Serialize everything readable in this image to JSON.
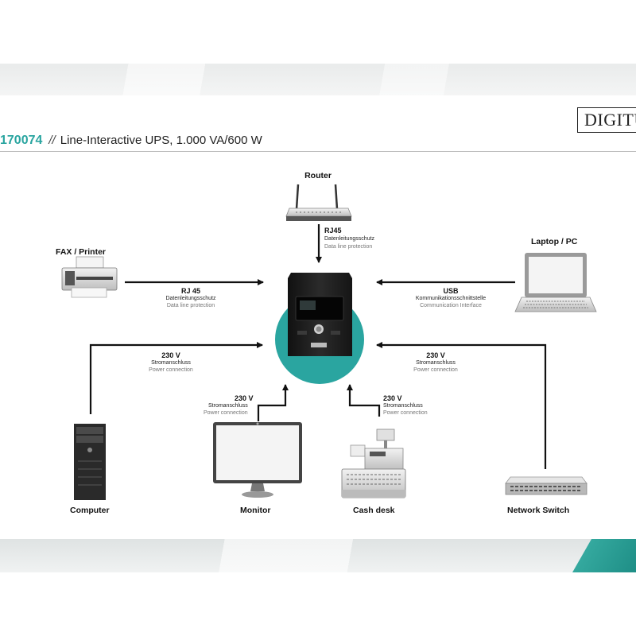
{
  "brand": {
    "logo_text": "DIGITUS"
  },
  "header": {
    "product_code": "170074",
    "separator": "//",
    "product_title": "Line-Interactive UPS, 1.000 VA/600 W"
  },
  "devices": {
    "router": "Router",
    "fax_printer": "FAX / Printer",
    "laptop_pc": "Laptop / PC",
    "computer": "Computer",
    "monitor": "Monitor",
    "cash_desk": "Cash desk",
    "network_switch": "Network Switch"
  },
  "connections": {
    "router": {
      "title": "RJ45",
      "de": "Datenleitungsschutz",
      "en": "Data line protection"
    },
    "fax": {
      "title": "RJ 45",
      "de": "Datenleitungsschutz",
      "en": "Data line protection"
    },
    "laptop": {
      "title": "USB",
      "de": "Kommunikationsschnittstelle",
      "en": "Communication Interface"
    },
    "computer": {
      "title": "230 V",
      "de": "Stromanschluss",
      "en": "Power connection"
    },
    "monitor": {
      "title": "230 V",
      "de": "Stromanschluss",
      "en": "Power connection"
    },
    "cash_desk": {
      "title": "230 V",
      "de": "Stromanschluss",
      "en": "Power connection"
    },
    "switch": {
      "title": "230 V",
      "de": "Stromanschluss",
      "en": "Power connection"
    }
  },
  "colors": {
    "accent_teal": "#2aa5a0",
    "ups_body": "#1c1c1c",
    "arrow": "#111111"
  }
}
